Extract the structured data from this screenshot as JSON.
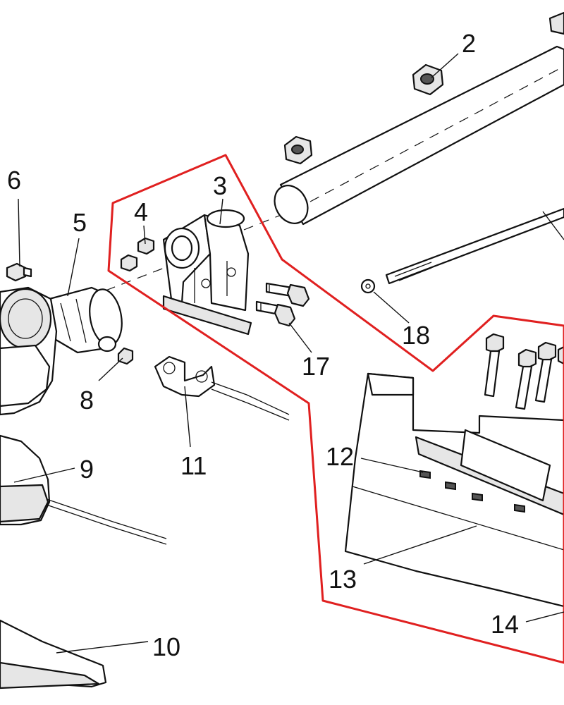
{
  "boundary_color": "#e02020",
  "callouts": {
    "c2": "2",
    "c3": "3",
    "c4": "4",
    "c5": "5",
    "c6": "6",
    "c8": "8",
    "c9": "9",
    "c10": "10",
    "c11": "11",
    "c12": "12",
    "c13": "13",
    "c14": "14",
    "c17": "17",
    "c18": "18"
  }
}
